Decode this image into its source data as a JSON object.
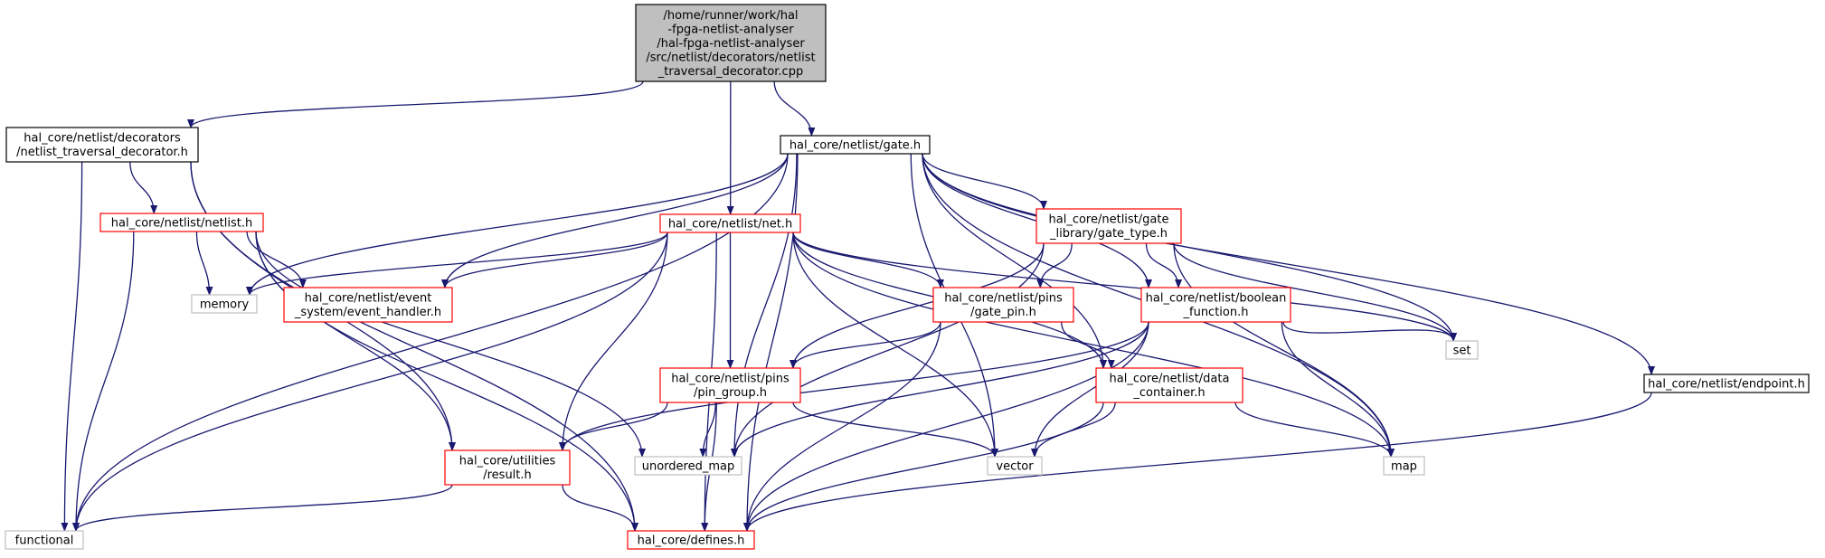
{
  "nodes": [
    {
      "id": "root",
      "lines": [
        "/home/runner/work/hal",
        "-fpga-netlist-analyser",
        "/hal-fpga-netlist-analyser",
        "/src/netlist/decorators/netlist",
        "_traversal_decorator.cpp"
      ],
      "style": "root"
    },
    {
      "id": "ntd",
      "lines": [
        "hal_core/netlist/decorators",
        "/netlist_traversal_decorator.h"
      ],
      "style": "black"
    },
    {
      "id": "gate",
      "lines": [
        "hal_core/netlist/gate.h"
      ],
      "style": "black"
    },
    {
      "id": "netlist",
      "lines": [
        "hal_core/netlist/netlist.h"
      ],
      "style": "red"
    },
    {
      "id": "net",
      "lines": [
        "hal_core/netlist/net.h"
      ],
      "style": "red"
    },
    {
      "id": "gatetype",
      "lines": [
        "hal_core/netlist/gate",
        "_library/gate_type.h"
      ],
      "style": "red"
    },
    {
      "id": "memory",
      "lines": [
        "memory"
      ],
      "style": "gray"
    },
    {
      "id": "event",
      "lines": [
        "hal_core/netlist/event",
        "_system/event_handler.h"
      ],
      "style": "red"
    },
    {
      "id": "gatepin",
      "lines": [
        "hal_core/netlist/pins",
        "/gate_pin.h"
      ],
      "style": "red"
    },
    {
      "id": "boolean",
      "lines": [
        "hal_core/netlist/boolean",
        "_function.h"
      ],
      "style": "red"
    },
    {
      "id": "set",
      "lines": [
        "set"
      ],
      "style": "gray"
    },
    {
      "id": "pingroup",
      "lines": [
        "hal_core/netlist/pins",
        "/pin_group.h"
      ],
      "style": "red"
    },
    {
      "id": "datacontainer",
      "lines": [
        "hal_core/netlist/data",
        "_container.h"
      ],
      "style": "red"
    },
    {
      "id": "endpoint",
      "lines": [
        "hal_core/netlist/endpoint.h"
      ],
      "style": "black"
    },
    {
      "id": "result",
      "lines": [
        "hal_core/utilities",
        "/result.h"
      ],
      "style": "red"
    },
    {
      "id": "unordered_map",
      "lines": [
        "unordered_map"
      ],
      "style": "gray"
    },
    {
      "id": "vector",
      "lines": [
        "vector"
      ],
      "style": "gray"
    },
    {
      "id": "map",
      "lines": [
        "map"
      ],
      "style": "gray"
    },
    {
      "id": "functional",
      "lines": [
        "functional"
      ],
      "style": "gray"
    },
    {
      "id": "defines",
      "lines": [
        "hal_core/defines.h"
      ],
      "style": "red"
    }
  ],
  "edges": [
    [
      "root",
      "ntd"
    ],
    [
      "root",
      "net"
    ],
    [
      "root",
      "gate"
    ],
    [
      "ntd",
      "netlist"
    ],
    [
      "ntd",
      "functional"
    ],
    [
      "ntd",
      "defines"
    ],
    [
      "ntd",
      "result"
    ],
    [
      "gate",
      "functional"
    ],
    [
      "gate",
      "memory"
    ],
    [
      "gate",
      "event"
    ],
    [
      "gate",
      "defines"
    ],
    [
      "gate",
      "unordered_map"
    ],
    [
      "gate",
      "vector"
    ],
    [
      "gate",
      "gatetype"
    ],
    [
      "gate",
      "boolean"
    ],
    [
      "gate",
      "datacontainer"
    ],
    [
      "gate",
      "set"
    ],
    [
      "gate",
      "map"
    ],
    [
      "gate",
      "endpoint"
    ],
    [
      "netlist",
      "memory"
    ],
    [
      "netlist",
      "event"
    ],
    [
      "netlist",
      "functional"
    ],
    [
      "netlist",
      "defines"
    ],
    [
      "netlist",
      "result"
    ],
    [
      "netlist",
      "unordered_map"
    ],
    [
      "net",
      "memory"
    ],
    [
      "net",
      "event"
    ],
    [
      "net",
      "functional"
    ],
    [
      "net",
      "result"
    ],
    [
      "net",
      "defines"
    ],
    [
      "net",
      "pingroup"
    ],
    [
      "net",
      "gatepin"
    ],
    [
      "net",
      "vector"
    ],
    [
      "net",
      "datacontainer"
    ],
    [
      "net",
      "set"
    ],
    [
      "net",
      "map"
    ],
    [
      "gatetype",
      "pingroup"
    ],
    [
      "gatetype",
      "gatepin"
    ],
    [
      "gatetype",
      "boolean"
    ],
    [
      "gatetype",
      "unordered_map"
    ],
    [
      "gatetype",
      "set"
    ],
    [
      "gatetype",
      "map"
    ],
    [
      "gatepin",
      "pingroup"
    ],
    [
      "gatepin",
      "datacontainer"
    ],
    [
      "gatepin",
      "defines"
    ],
    [
      "boolean",
      "result"
    ],
    [
      "boolean",
      "unordered_map"
    ],
    [
      "boolean",
      "vector"
    ],
    [
      "boolean",
      "set"
    ],
    [
      "boolean",
      "map"
    ],
    [
      "boolean",
      "defines"
    ],
    [
      "pingroup",
      "result"
    ],
    [
      "pingroup",
      "unordered_map"
    ],
    [
      "pingroup",
      "vector"
    ],
    [
      "pingroup",
      "defines"
    ],
    [
      "datacontainer",
      "vector"
    ],
    [
      "datacontainer",
      "map"
    ],
    [
      "datacontainer",
      "defines"
    ],
    [
      "result",
      "functional"
    ],
    [
      "result",
      "defines"
    ],
    [
      "endpoint",
      "defines"
    ]
  ],
  "colors": {
    "edge": "#191970",
    "root_fill": "#bfbfbf",
    "red_border": "#ff0000",
    "gray_border": "#bfbfbf",
    "black_border": "#000000"
  }
}
